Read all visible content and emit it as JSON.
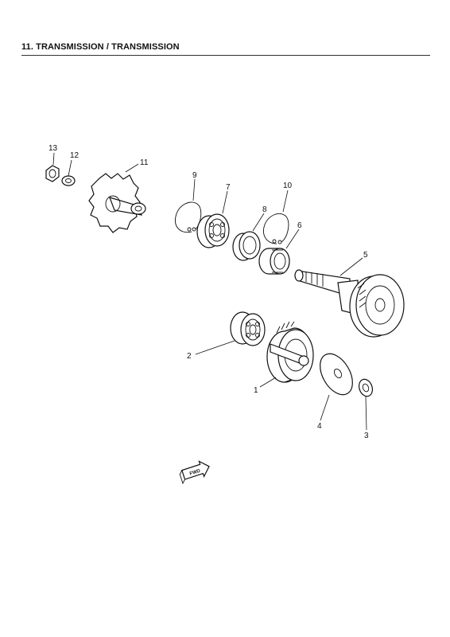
{
  "header": {
    "title": "11. TRANSMISSION / TRANSMISSION"
  },
  "callouts": [
    {
      "id": "c13",
      "number": "13"
    },
    {
      "id": "c12",
      "number": "12"
    },
    {
      "id": "c11",
      "number": "11"
    },
    {
      "id": "c9",
      "number": "9"
    },
    {
      "id": "c7",
      "number": "7"
    },
    {
      "id": "c10",
      "number": "10"
    },
    {
      "id": "c8",
      "number": "8"
    },
    {
      "id": "c6",
      "number": "6"
    },
    {
      "id": "c5",
      "number": "5"
    },
    {
      "id": "c2",
      "number": "2"
    },
    {
      "id": "c1",
      "number": "1"
    },
    {
      "id": "c4",
      "number": "4"
    },
    {
      "id": "c3",
      "number": "3"
    }
  ],
  "fwd_marker": {
    "label": "FWD"
  }
}
